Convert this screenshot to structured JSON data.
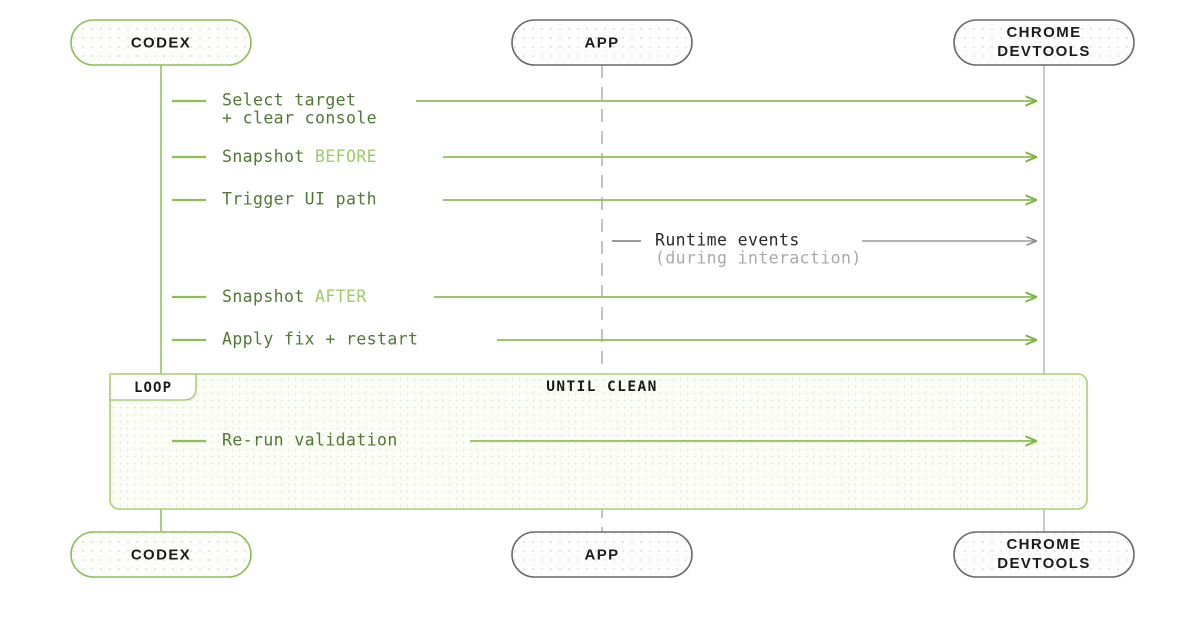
{
  "diagram": {
    "type": "sequence-diagram",
    "colors": {
      "accent_green": "#8cc152",
      "lifeline_green": "#a8d07a",
      "label_green": "#4f7a33",
      "label_green_light": "#9ccc6a",
      "gray_border": "#6b6b6b",
      "gray_lifeline": "#c9c9c9",
      "gray_text": "#2a2a2a",
      "gray_text_muted": "#aaaaaa",
      "loop_fill": "#f4f9ec",
      "background": "#ffffff"
    },
    "participants": [
      {
        "id": "codex",
        "label_lines": [
          "CODEX"
        ],
        "style": "green",
        "lifeline": "solid-green"
      },
      {
        "id": "app",
        "label_lines": [
          "APP"
        ],
        "style": "gray",
        "lifeline": "dashed-gray"
      },
      {
        "id": "devtools",
        "label_lines": [
          "CHROME",
          "DEVTOOLS"
        ],
        "style": "gray",
        "lifeline": "solid-gray"
      }
    ],
    "messages": [
      {
        "id": "select-target",
        "from": "codex",
        "to": "devtools",
        "color": "green",
        "lines": [
          [
            {
              "text": "Select target",
              "tone": "primary"
            }
          ],
          [
            {
              "text": "+ clear console",
              "tone": "primary"
            }
          ]
        ]
      },
      {
        "id": "snapshot-before",
        "from": "codex",
        "to": "devtools",
        "color": "green",
        "lines": [
          [
            {
              "text": "Snapshot ",
              "tone": "primary"
            },
            {
              "text": "BEFORE",
              "tone": "accent"
            }
          ]
        ]
      },
      {
        "id": "trigger-ui-path",
        "from": "codex",
        "to": "devtools",
        "color": "green",
        "lines": [
          [
            {
              "text": "Trigger UI path",
              "tone": "primary"
            }
          ]
        ]
      },
      {
        "id": "runtime-events",
        "from": "app",
        "to": "devtools",
        "color": "gray",
        "lines": [
          [
            {
              "text": "Runtime events",
              "tone": "primary"
            }
          ],
          [
            {
              "text": "(during interaction)",
              "tone": "muted"
            }
          ]
        ]
      },
      {
        "id": "snapshot-after",
        "from": "codex",
        "to": "devtools",
        "color": "green",
        "lines": [
          [
            {
              "text": "Snapshot ",
              "tone": "primary"
            },
            {
              "text": "AFTER",
              "tone": "accent"
            }
          ]
        ]
      },
      {
        "id": "apply-fix-restart",
        "from": "codex",
        "to": "devtools",
        "color": "green",
        "lines": [
          [
            {
              "text": "Apply fix + restart",
              "tone": "primary"
            }
          ]
        ]
      }
    ],
    "loop_block": {
      "id": "loop-until-clean",
      "tab_label": "LOOP",
      "condition_label": "UNTIL CLEAN",
      "message": {
        "id": "re-run-validation",
        "from": "codex",
        "to": "devtools",
        "color": "green",
        "lines": [
          [
            {
              "text": "Re-run validation",
              "tone": "primary"
            }
          ]
        ]
      }
    }
  }
}
